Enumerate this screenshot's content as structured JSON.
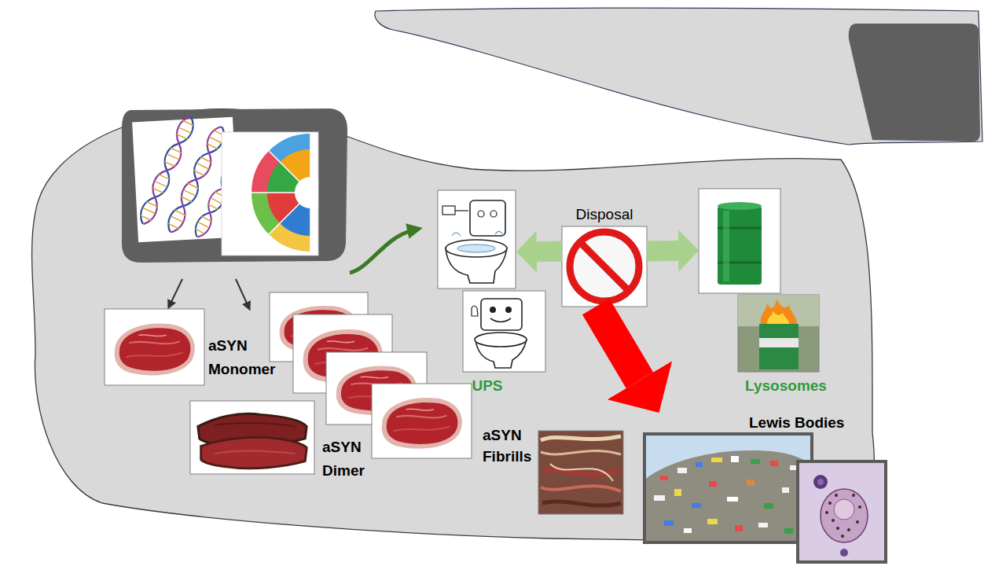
{
  "diagram": {
    "nodes": [
      {
        "text": [
          "Disposal"
        ]
      },
      {
        "text": [
          "UPS"
        ]
      },
      {
        "text": [
          "Lysosomes"
        ]
      },
      {
        "text": [
          "aSYN Monomer"
        ]
      },
      {
        "text": [
          "aSYN Dimer"
        ]
      },
      {
        "text": [
          "aSYN Fibrills"
        ]
      },
      {
        "text": [
          "Lewis Bodies"
        ]
      }
    ],
    "edges": [
      {
        "from": 0,
        "to": 1,
        "arrow": "to"
      },
      {
        "from": 0,
        "to": 2,
        "arrow": "to"
      },
      {
        "from": 0,
        "to": 6,
        "arrow": "to"
      }
    ]
  }
}
